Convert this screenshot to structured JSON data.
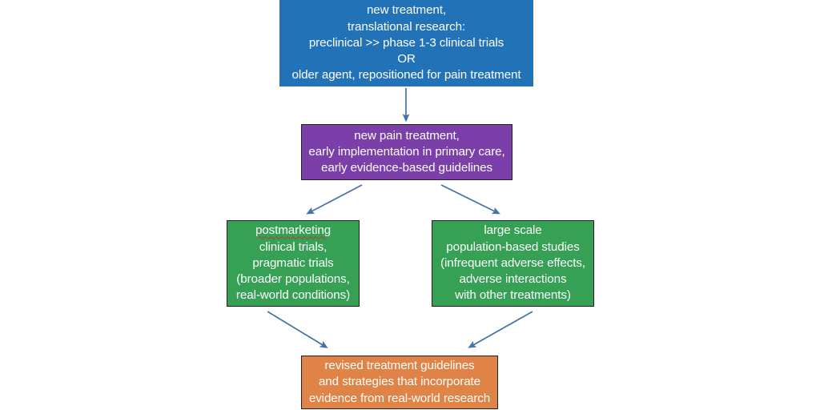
{
  "diagram": {
    "title": "Pathway from new treatment development to revised real-world treatment guidelines",
    "background_color": "#FFFFFF",
    "arrow_color": "#4472A8",
    "text_color": "#FFFFFF",
    "border_color": "#231F20",
    "spellcheck_underline_color": "#C0392B"
  },
  "nodes": {
    "new_treatment": {
      "id": "new-treatment",
      "label": "new treatment,\ntranslational research:\npreclinical >> phase 1-3 clinical trials\nOR\nolder agent, repositioned for pain treatment",
      "color": "#2272B8",
      "color_name": "blue",
      "lines": [
        "new treatment,",
        "translational research:",
        "preclinical >> phase 1-3 clinical trials",
        "OR",
        "older agent, repositioned for pain treatment"
      ]
    },
    "new_pain_treatment": {
      "id": "new-pain-treatment",
      "label": "new pain treatment,\nearly implementation in primary care,\nearly evidence-based guidelines",
      "color": "#7A3FA8",
      "color_name": "purple",
      "lines": [
        "new pain treatment,",
        "early implementation in primary care,",
        "early evidence-based guidelines"
      ]
    },
    "postmarketing_trials": {
      "id": "postmarketing-trials",
      "label": "postmarketing\nclinical trials,\npragmatic trials\n(broader populations,\nreal-world conditions)",
      "color": "#36A055",
      "color_name": "green",
      "spellchecked_word": "postmarketing",
      "lines": [
        "postmarketing",
        "clinical trials,",
        "pragmatic trials",
        "(broader populations,",
        "real-world conditions)"
      ],
      "body_text": "clinical trials,\npragmatic trials\n(broader populations,\nreal-world conditions)"
    },
    "population_studies": {
      "id": "population-studies",
      "label": "large scale\npopulation-based studies\n(infrequent adverse effects,\nadverse interactions\nwith other treatments)",
      "color": "#36A055",
      "color_name": "green",
      "lines": [
        "large scale",
        "population-based studies",
        "(infrequent adverse effects,",
        "adverse interactions",
        "with other treatments)"
      ]
    },
    "revised_guidelines": {
      "id": "revised-guidelines",
      "label": "revised treatment guidelines\nand strategies that incorporate\nevidence from real-world research",
      "color": "#E08346",
      "color_name": "orange",
      "lines": [
        "revised treatment guidelines",
        "and strategies that incorporate",
        "evidence from real-world research"
      ]
    }
  },
  "edges": [
    {
      "id": "edge-new-treatment-to-new-pain-treatment",
      "from": "new_treatment",
      "to": "new_pain_treatment",
      "direction": "down",
      "style": "solid-arrow"
    },
    {
      "id": "edge-new-pain-treatment-to-postmarketing",
      "from": "new_pain_treatment",
      "to": "postmarketing_trials",
      "direction": "down-left",
      "style": "solid-arrow"
    },
    {
      "id": "edge-new-pain-treatment-to-population-studies",
      "from": "new_pain_treatment",
      "to": "population_studies",
      "direction": "down-right",
      "style": "solid-arrow"
    },
    {
      "id": "edge-postmarketing-to-revised-guidelines",
      "from": "postmarketing_trials",
      "to": "revised_guidelines",
      "direction": "down-right",
      "style": "solid-arrow"
    },
    {
      "id": "edge-population-studies-to-revised-guidelines",
      "from": "population_studies",
      "to": "revised_guidelines",
      "direction": "down-left",
      "style": "solid-arrow"
    }
  ]
}
